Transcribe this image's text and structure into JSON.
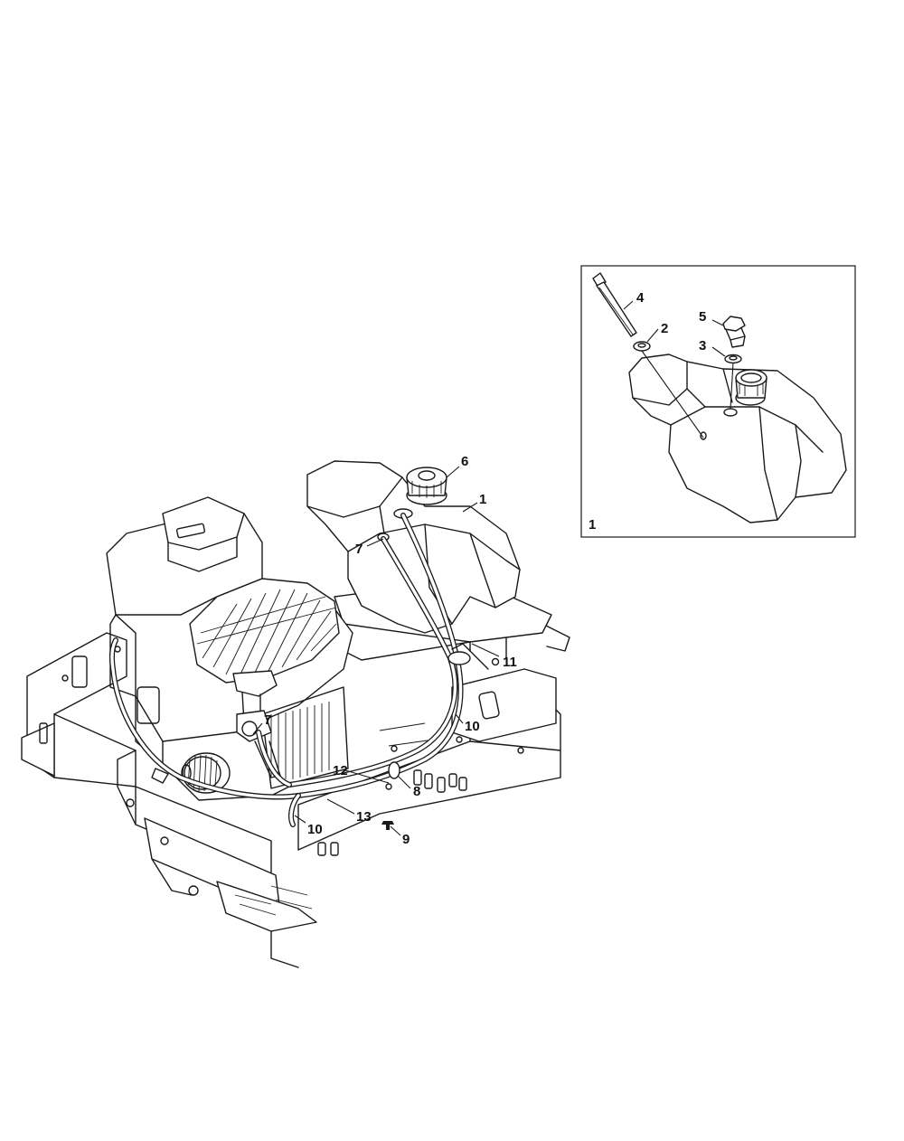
{
  "callouts": {
    "c1": "1",
    "c2": "2",
    "c3": "3",
    "c4": "4",
    "c5": "5",
    "c6": "6",
    "c7": "7",
    "c8": "8",
    "c9": "9",
    "c10": "10",
    "c11": "11",
    "c12": "12",
    "c13": "13"
  },
  "inset": {
    "label": "1"
  },
  "colors": {
    "line": "#1a1a1a",
    "background": "#ffffff"
  }
}
